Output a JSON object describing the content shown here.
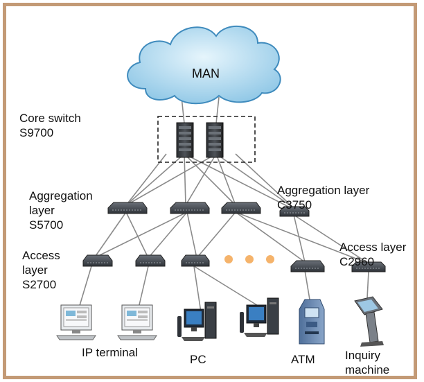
{
  "cloud": {
    "label": "MAN"
  },
  "labels": {
    "core": "Core switch\nS9700",
    "aggregation_left": "Aggregation\nlayer\nS5700",
    "aggregation_right": "Aggregation layer\nC3750",
    "access_left": "Access\nlayer\nS2700",
    "access_right": "Access layer\nC2960"
  },
  "endpoints": {
    "ip_terminal": "IP terminal",
    "pc": "PC",
    "atm": "ATM",
    "inquiry_machine": "Inquiry\nmachine"
  },
  "colors": {
    "frame": "#c39a76",
    "link": "#8a8a8a",
    "cloud_fill": "#a9d6ee",
    "cloud_edge": "#3f8bbd",
    "switch": "#4a4f55",
    "ellipsis_dot": "#f5b36b"
  }
}
